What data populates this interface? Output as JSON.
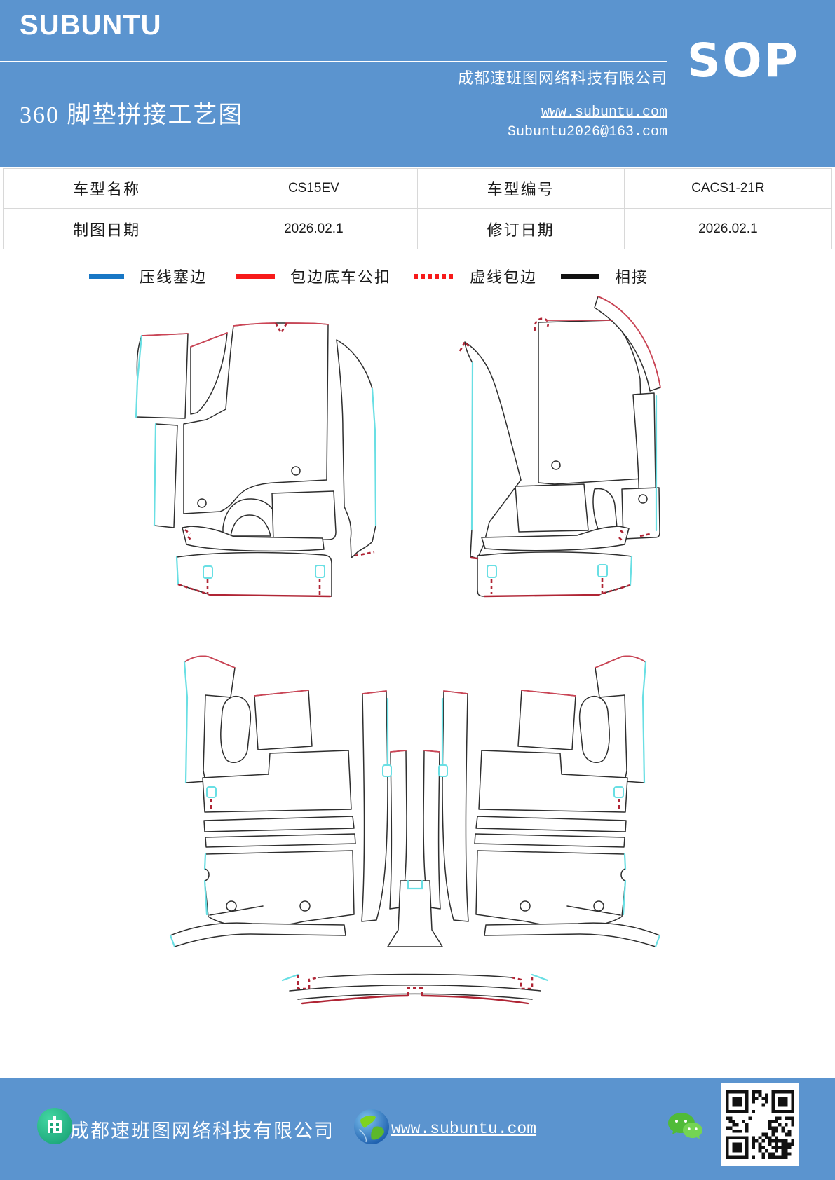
{
  "header": {
    "logo": "SUBUNTU",
    "title": "360 脚垫拼接工艺图",
    "company": "成都速班图网络科技有限公司",
    "website": "www.subuntu.com",
    "email": "Subuntu2026@163.com",
    "sop": "SOP"
  },
  "info_table": {
    "rows": [
      [
        "车型名称",
        "CS15EV",
        "车型编号",
        "CACS1-21R"
      ],
      [
        "制图日期",
        "2026.02.1",
        "修订日期",
        "2026.02.1"
      ]
    ]
  },
  "legend": {
    "items": [
      {
        "label": "压线塞边",
        "color": "#1877C5",
        "style": "solid"
      },
      {
        "label": "包边底车公扣",
        "color": "#F71A1A",
        "style": "solid"
      },
      {
        "label": "虚线包边",
        "color": "#F71A1A",
        "style": "dotted"
      },
      {
        "label": "相接",
        "color": "#111111",
        "style": "solid"
      }
    ]
  },
  "footer": {
    "company": "成都速班图网络科技有限公司",
    "website": "www.subuntu.com"
  },
  "colors": {
    "banner_blue": "#5B94CF",
    "legend_blue": "#1877C5",
    "legend_red": "#F71A1A",
    "edge_red": "#CC4455",
    "dark_red": "#B02535",
    "cyan": "#69DFE4",
    "line_black": "#2E2E2E",
    "table_border": "#D8D8D8",
    "footer_green": "#2FBE8E",
    "wechat_green": "#57C23D"
  }
}
